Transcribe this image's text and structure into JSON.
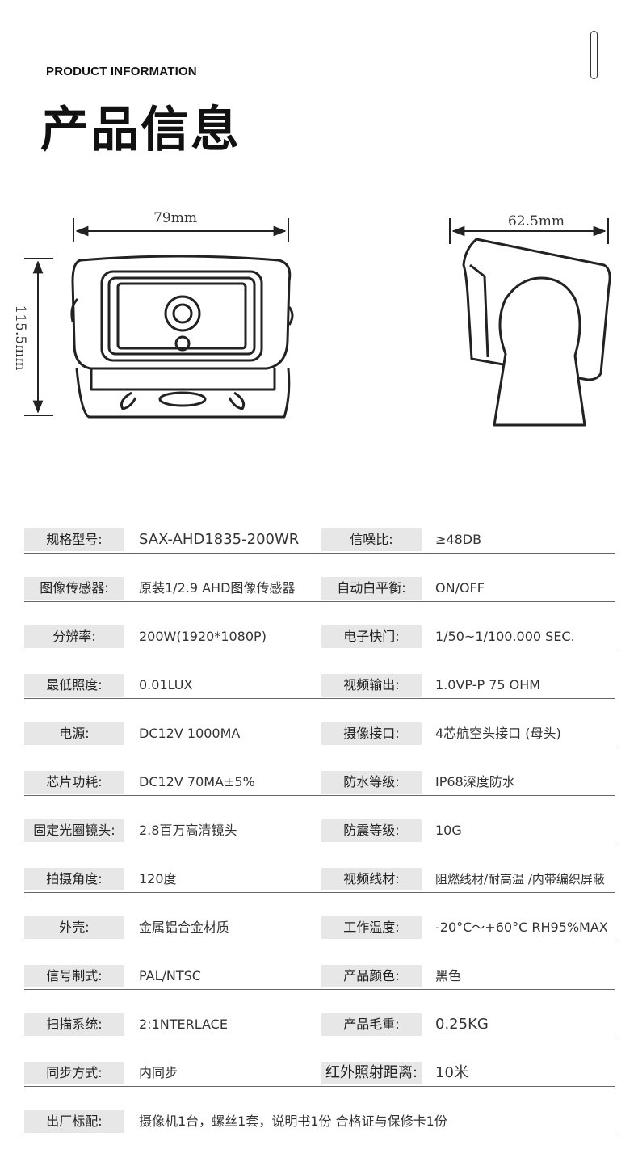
{
  "header": {
    "eyebrow": "PRODUCT INFORMATION",
    "title": "产品信息"
  },
  "dimensions": {
    "front_width": "79mm",
    "front_height": "115.5mm",
    "side_depth": "62.5mm"
  },
  "specs": [
    {
      "label": "规格型号:",
      "value": "SAX-AHD1835-200WR",
      "label2": "信噪比:",
      "value2": "≥48DB"
    },
    {
      "label": "图像传感器:",
      "value": "原装1/2.9 AHD图像传感器",
      "label2": "自动白平衡:",
      "value2": "ON/OFF"
    },
    {
      "label": "分辨率:",
      "value": "200W(1920*1080P)",
      "label2": "电子快门:",
      "value2": "1/50~1/100.000 SEC."
    },
    {
      "label": "最低照度:",
      "value": "0.01LUX",
      "label2": "视频输出:",
      "value2": "1.0VP-P 75 OHM"
    },
    {
      "label": "电源:",
      "value": "DC12V 1000MA",
      "label2": "摄像接口:",
      "value2": "4芯航空头接口 (母头)"
    },
    {
      "label": "芯片功耗:",
      "value": "DC12V 70MA±5%",
      "label2": "防水等级:",
      "value2": "IP68深度防水"
    },
    {
      "label": "固定光圈镜头:",
      "value": "2.8百万高清镜头",
      "label2": "防震等级:",
      "value2": "10G"
    },
    {
      "label": "拍摄角度:",
      "value": "120度",
      "label2": "视频线材:",
      "value2": "阻燃线材/耐高温 /内带编织屏蔽"
    },
    {
      "label": "外壳:",
      "value": "金属铝合金材质",
      "label2": "工作温度:",
      "value2": "-20°C～+60°C RH95%MAX"
    },
    {
      "label": "信号制式:",
      "value": "PAL/NTSC",
      "label2": "产品颜色:",
      "value2": "黑色"
    },
    {
      "label": "扫描系统:",
      "value": "2:1NTERLACE",
      "label2": "产品毛重:",
      "value2": "0.25KG"
    },
    {
      "label": "同步方式:",
      "value": "内同步",
      "label2": "红外照射距离:",
      "value2": "10米"
    },
    {
      "label": "出厂标配:",
      "value": "摄像机1台，螺丝1套，说明书1份 合格证与保修卡1份"
    }
  ]
}
